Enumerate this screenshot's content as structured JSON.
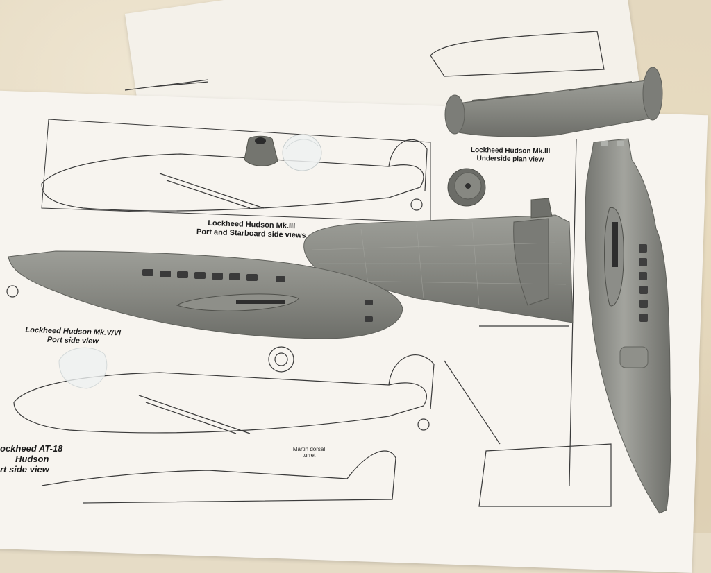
{
  "scene": {
    "description": "Lockheed Hudson scale model kit parts laid on printed plan drawings",
    "colors": {
      "countertop": "#e4d8bf",
      "paper": "#f7f4ef",
      "plastic_grey": "#7f807b",
      "plastic_grey_light": "#9a9b95",
      "clear_part": "#e8ecec",
      "ink": "#2a2a2a"
    }
  },
  "drawing_labels": {
    "underside": {
      "line1": "Lockheed Hudson Mk.III",
      "line2": "Underside plan view"
    },
    "mk3_side": {
      "line1": "Lockheed Hudson Mk.III",
      "line2": "Port and Starboard side views"
    },
    "mk5_side": {
      "line1": "Lockheed Hudson Mk.V/VI",
      "line2": "Port side view"
    },
    "at18_side": {
      "line1": "ockheed AT-18",
      "line2": "Hudson",
      "line3": "rt side view"
    },
    "turret_note": {
      "line1": "Martin dorsal",
      "line2": "turret"
    }
  },
  "parts": [
    {
      "name": "horizontal-tailplane",
      "color": "#7f807b"
    },
    {
      "name": "engine-cowling",
      "color": "#6e6f6b"
    },
    {
      "name": "clear-canopy",
      "color": "#e8ecec"
    },
    {
      "name": "main-wheel",
      "color": "#6f706b"
    },
    {
      "name": "fuselage-half-left",
      "color": "#8a8b86"
    },
    {
      "name": "wing-lower",
      "color": "#8c8d88"
    },
    {
      "name": "fuselage-half-right",
      "color": "#858681"
    },
    {
      "name": "clear-part-small",
      "color": "#e8ecec"
    }
  ]
}
